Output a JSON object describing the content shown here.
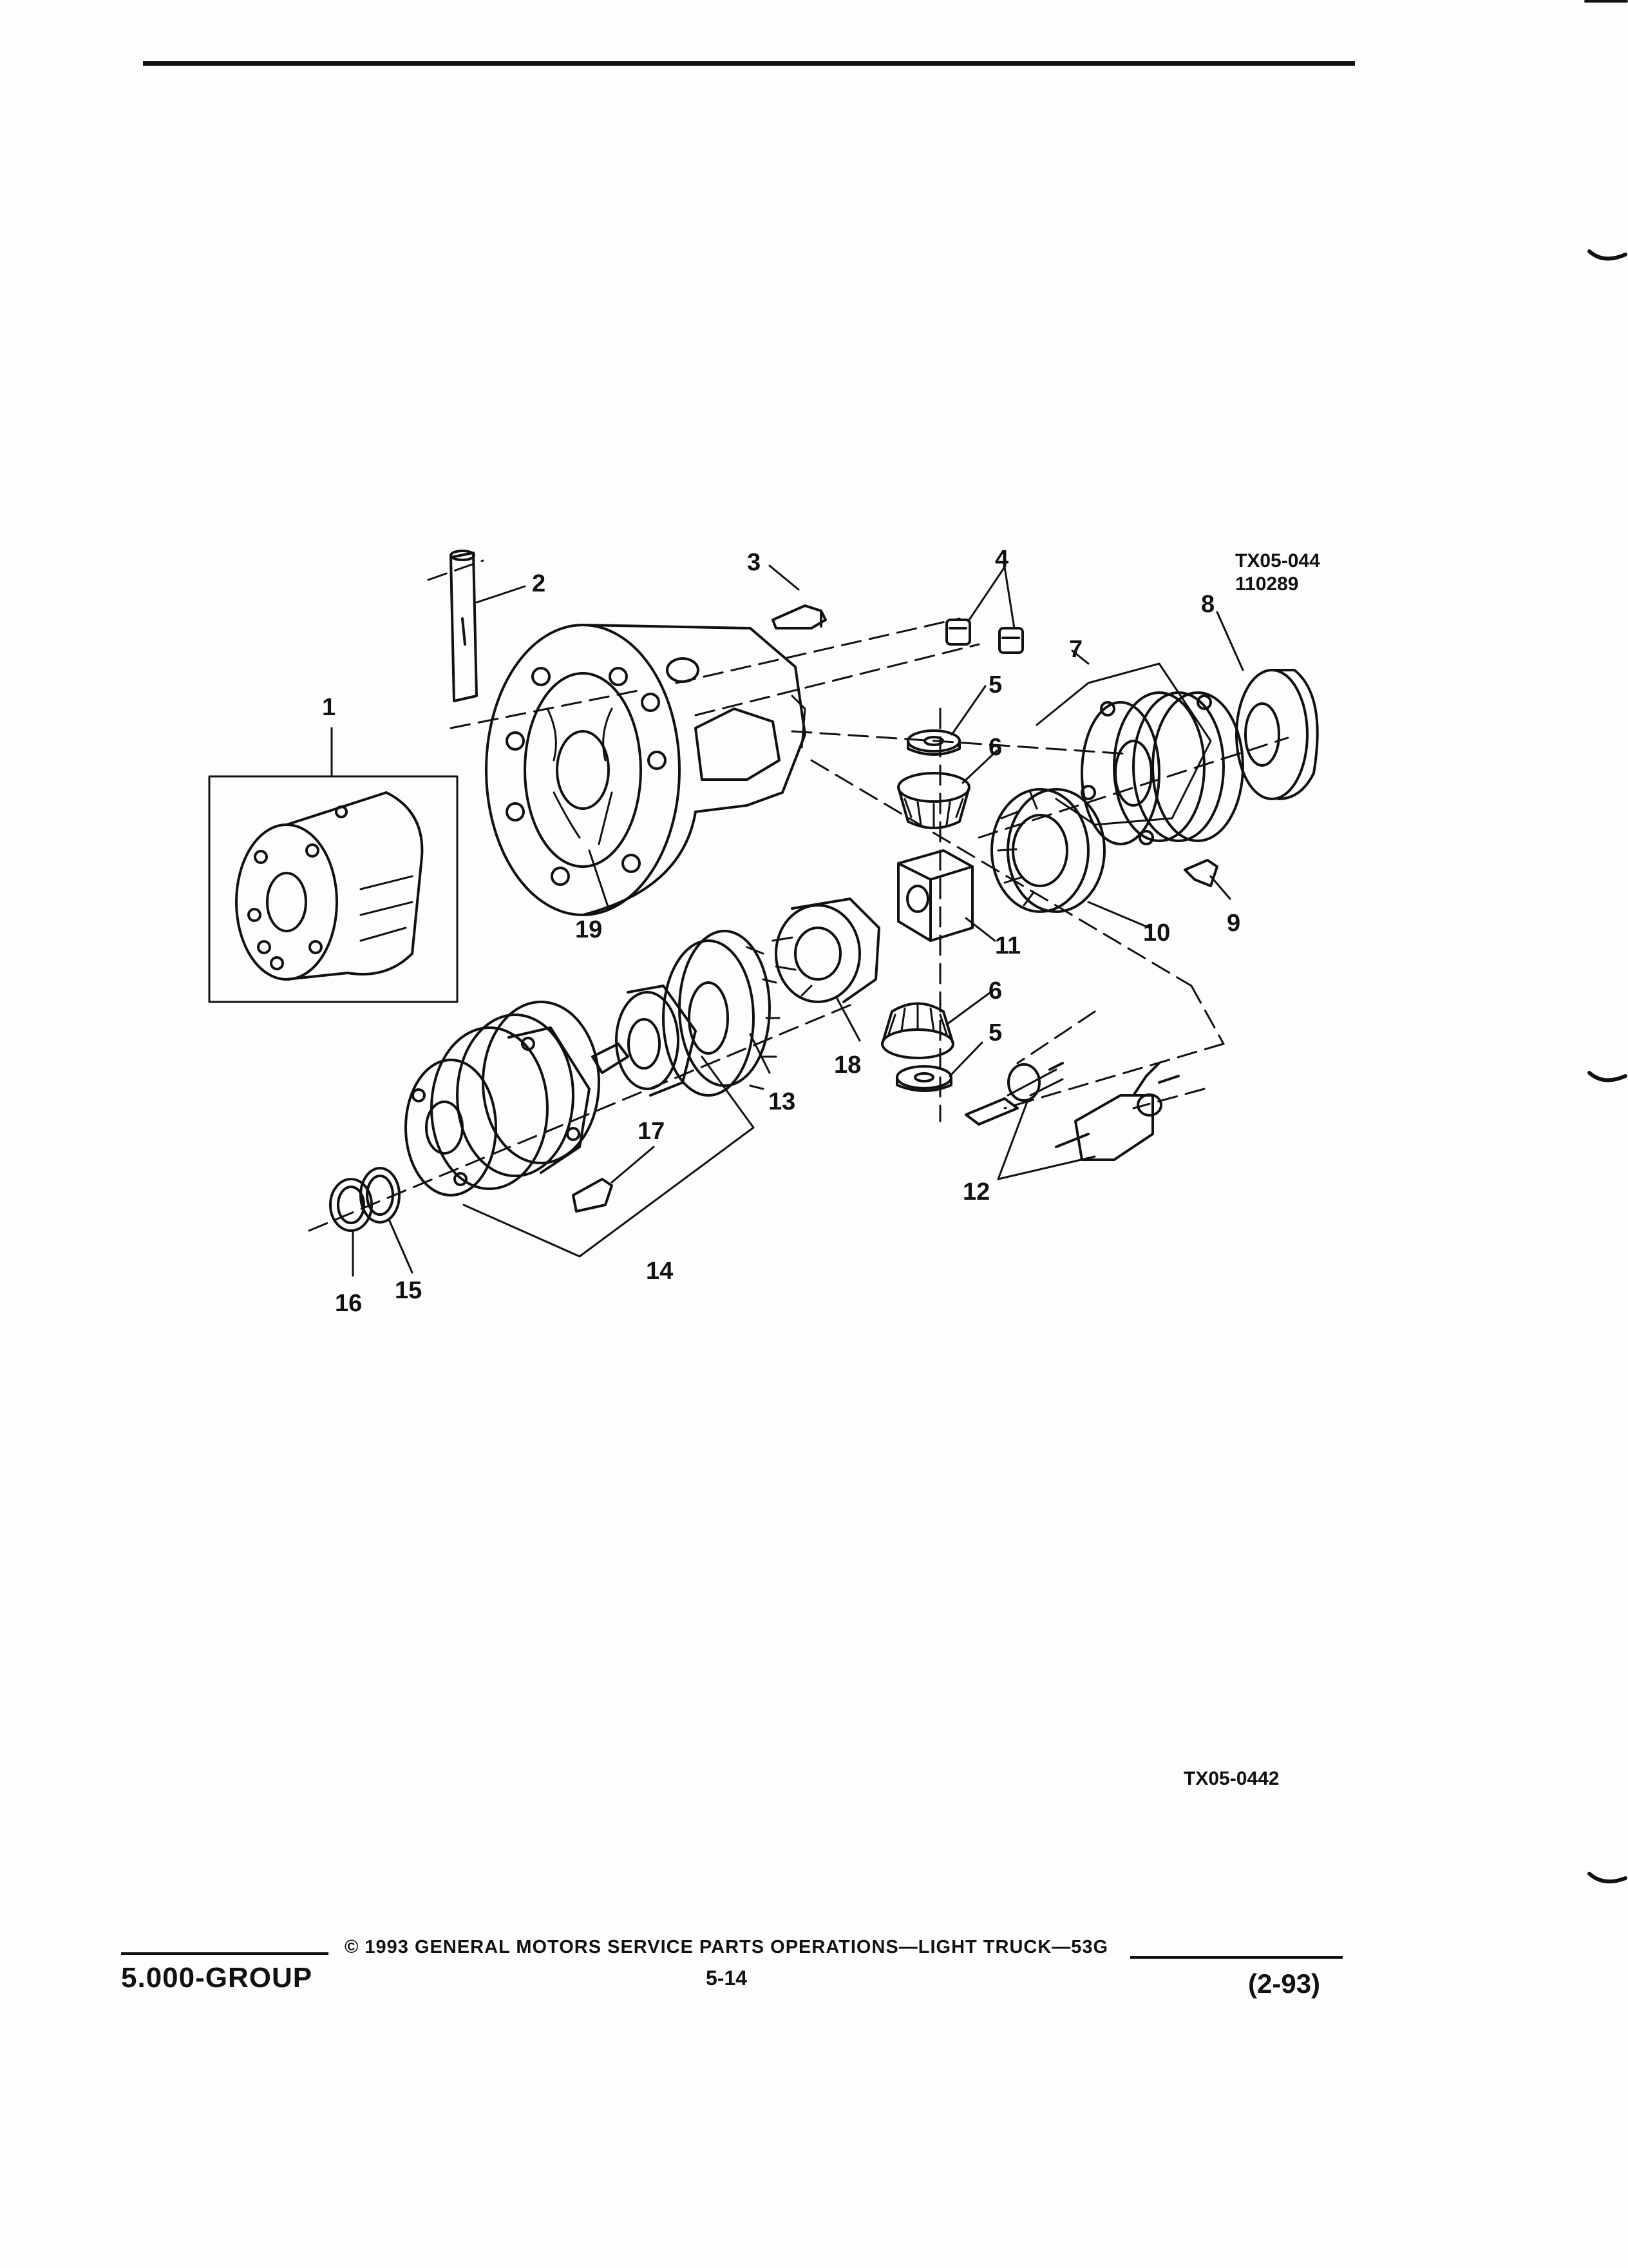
{
  "figure": {
    "ref_code_top": "TX05-044",
    "ref_date_top": "110289",
    "ref_code_bottom": "TX05-0442",
    "callouts": {
      "c1": "1",
      "c2": "2",
      "c3": "3",
      "c4": "4",
      "c5a": "5",
      "c5b": "5",
      "c6a": "6",
      "c6b": "6",
      "c7": "7",
      "c8": "8",
      "c9": "9",
      "c10": "10",
      "c11": "11",
      "c12": "12",
      "c13": "13",
      "c14": "14",
      "c15": "15",
      "c16": "16",
      "c17": "17",
      "c18": "18",
      "c19": "19"
    }
  },
  "footer": {
    "group": "5.000-GROUP",
    "copyright": "© 1993  GENERAL MOTORS SERVICE PARTS OPERATIONS—LIGHT TRUCK—53G",
    "page_number": "5-14",
    "revision": "(2-93)"
  }
}
